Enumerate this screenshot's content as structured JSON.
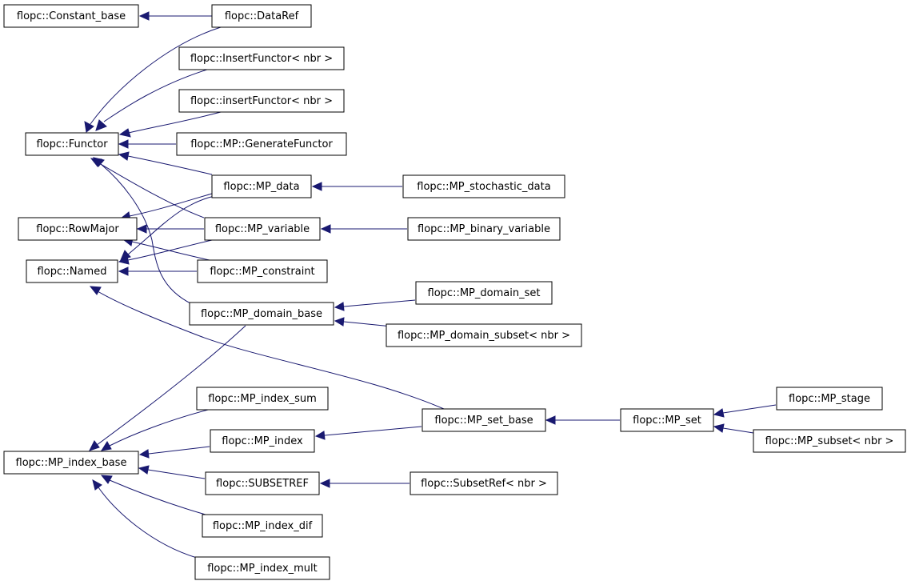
{
  "diagram": {
    "type": "class-inheritance-graph",
    "edge_color": "#191970",
    "nodes": {
      "constant_base": "flopc::Constant_base",
      "dataref": "flopc::DataRef",
      "insertfunctor_upper": "flopc::InsertFunctor< nbr >",
      "insertfunctor_lower": "flopc::insertFunctor< nbr >",
      "functor": "flopc::Functor",
      "generatefunctor": "flopc::MP::GenerateFunctor",
      "mp_data": "flopc::MP_data",
      "mp_stochastic_data": "flopc::MP_stochastic_data",
      "rowmajor": "flopc::RowMajor",
      "mp_variable": "flopc::MP_variable",
      "mp_binary_variable": "flopc::MP_binary_variable",
      "named": "flopc::Named",
      "mp_constraint": "flopc::MP_constraint",
      "mp_domain_base": "flopc::MP_domain_base",
      "mp_domain_set": "flopc::MP_domain_set",
      "mp_domain_subset": "flopc::MP_domain_subset< nbr >",
      "mp_index_sum": "flopc::MP_index_sum",
      "mp_set_base": "flopc::MP_set_base",
      "mp_set": "flopc::MP_set",
      "mp_stage": "flopc::MP_stage",
      "mp_index": "flopc::MP_index",
      "mp_subset": "flopc::MP_subset< nbr >",
      "mp_index_base": "flopc::MP_index_base",
      "subsetref_upper": "flopc::SUBSETREF",
      "subsetref_lower": "flopc::SubsetRef< nbr >",
      "mp_index_dif": "flopc::MP_index_dif",
      "mp_index_mult": "flopc::MP_index_mult"
    },
    "edges": [
      {
        "from": "dataref",
        "to": "constant_base"
      },
      {
        "from": "dataref",
        "to": "functor"
      },
      {
        "from": "insertfunctor_upper",
        "to": "functor"
      },
      {
        "from": "insertfunctor_lower",
        "to": "functor"
      },
      {
        "from": "generatefunctor",
        "to": "functor"
      },
      {
        "from": "mp_data",
        "to": "functor"
      },
      {
        "from": "mp_variable",
        "to": "functor"
      },
      {
        "from": "mp_domain_base",
        "to": "functor"
      },
      {
        "from": "mp_data",
        "to": "rowmajor"
      },
      {
        "from": "mp_variable",
        "to": "rowmajor"
      },
      {
        "from": "mp_constraint",
        "to": "rowmajor"
      },
      {
        "from": "mp_data",
        "to": "named"
      },
      {
        "from": "mp_variable",
        "to": "named"
      },
      {
        "from": "mp_constraint",
        "to": "named"
      },
      {
        "from": "mp_set_base",
        "to": "named"
      },
      {
        "from": "mp_stochastic_data",
        "to": "mp_data"
      },
      {
        "from": "mp_binary_variable",
        "to": "mp_variable"
      },
      {
        "from": "mp_domain_set",
        "to": "mp_domain_base"
      },
      {
        "from": "mp_domain_subset",
        "to": "mp_domain_base"
      },
      {
        "from": "mp_set",
        "to": "mp_set_base"
      },
      {
        "from": "mp_stage",
        "to": "mp_set"
      },
      {
        "from": "mp_subset",
        "to": "mp_set"
      },
      {
        "from": "mp_set_base",
        "to": "mp_index"
      },
      {
        "from": "subsetref_lower",
        "to": "subsetref_upper"
      },
      {
        "from": "mp_domain_base",
        "to": "mp_index_base"
      },
      {
        "from": "mp_index_sum",
        "to": "mp_index_base"
      },
      {
        "from": "mp_index",
        "to": "mp_index_base"
      },
      {
        "from": "subsetref_upper",
        "to": "mp_index_base"
      },
      {
        "from": "mp_index_dif",
        "to": "mp_index_base"
      },
      {
        "from": "mp_index_mult",
        "to": "mp_index_base"
      }
    ]
  }
}
